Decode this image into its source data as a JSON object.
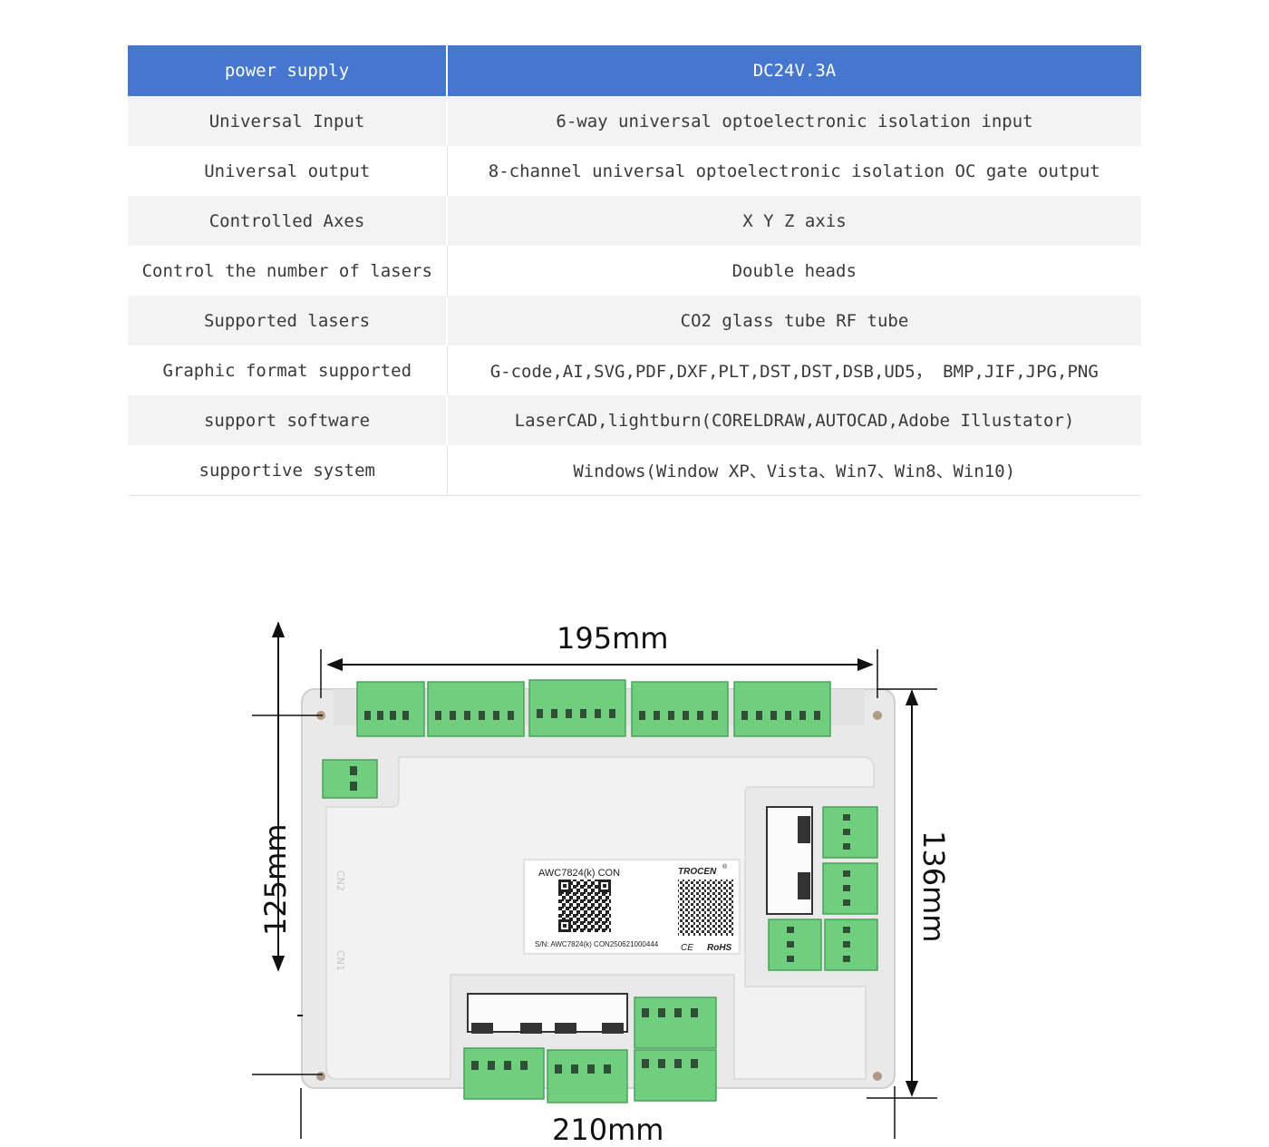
{
  "spec_table": {
    "rows": [
      {
        "label": "power supply",
        "value": "DC24V.3A"
      },
      {
        "label": "Universal Input",
        "value": "6-way universal optoelectronic isolation input"
      },
      {
        "label": "Universal output",
        "value": "8-channel universal optoelectronic isolation OC gate output"
      },
      {
        "label": "Controlled Axes",
        "value": "X Y Z axis"
      },
      {
        "label": "Control the number of lasers",
        "value": "Double heads"
      },
      {
        "label": "Supported lasers",
        "value": "CO2 glass tube RF tube"
      },
      {
        "label": "Graphic format supported",
        "value": "G-code,AI,SVG,PDF,DXF,PLT,DST,DST,DSB,UD5， BMP,JIF,JPG,PNG"
      },
      {
        "label": "support software",
        "value": "LaserCAD,lightburn(CORELDRAW,AUTOCAD,Adobe Illustator)"
      },
      {
        "label": "supportive system",
        "value": "Windows(Window XP、Vista、Win7、Win8、Win10)"
      }
    ],
    "header_color": "#4677cf"
  },
  "board_drawing": {
    "dimensions": {
      "top_width": "195mm",
      "bottom_width": "210mm",
      "left_height": "125mm",
      "right_height": "136mm"
    },
    "label": {
      "model": "AWC7824(k) CON",
      "brand": "TROCEN",
      "registered_mark": "®",
      "serial": "S/N: AWC7824(k) CON250621000444",
      "ce_mark": "CE",
      "rohs_mark": "RoHS"
    },
    "port_labels": {
      "can2": "CN2",
      "can1": "CN1"
    },
    "connector_color": "#6fcf7f",
    "case_color": "#e9e9e9"
  }
}
